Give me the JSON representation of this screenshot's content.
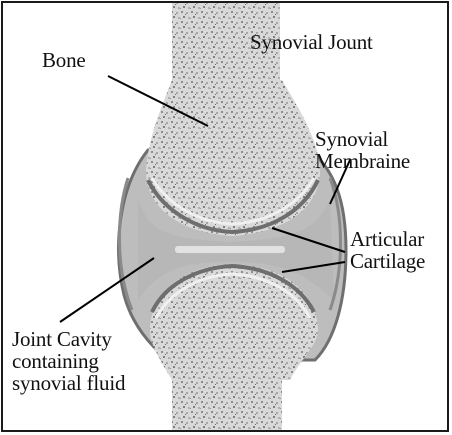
{
  "title": "Synovial Jount",
  "labels": {
    "bone": "Bone",
    "membrane_line1": "Synovial",
    "membrane_line2": "Membraine",
    "cartilage_line1": "Articular",
    "cartilage_line2": "Cartilage",
    "cavity_line1": "Joint Cavity",
    "cavity_line2": "containing",
    "cavity_line3": "synovial fluid"
  },
  "colors": {
    "bone": "#d8d8d8",
    "bone_speckle": "#8f8f8f",
    "cartilage": "#ececec",
    "cavity": "#b9b9b9",
    "membrane": "#7a7a7a",
    "leader": "#000000"
  }
}
